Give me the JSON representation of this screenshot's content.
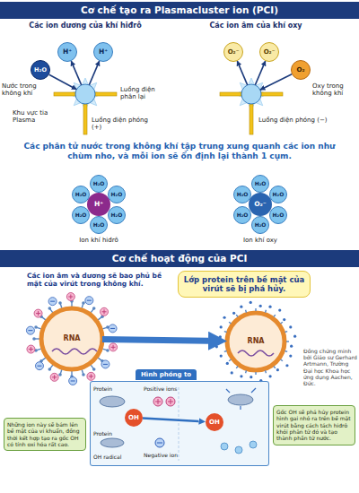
{
  "diagram": {
    "nodes": [
      {
        "text": [
          "Cơ chế tạo ra Plasmacluster ion (PCI)"
        ]
      },
      {
        "text": [
          "H⁺"
        ]
      },
      {
        "text": [
          "H⁺"
        ]
      },
      {
        "text": [
          "H₂O"
        ]
      },
      {
        "text": [
          "O₂⁻"
        ]
      },
      {
        "text": [
          "O₂⁻"
        ]
      },
      {
        "text": [
          "O₂"
        ]
      },
      {
        "text": [
          "H⁺"
        ]
      },
      {
        "text": [
          "H₂O"
        ]
      },
      {
        "text": [
          "H₂O"
        ]
      },
      {
        "text": [
          "H₂O"
        ]
      },
      {
        "text": [
          "H₂O"
        ]
      },
      {
        "text": [
          "H₂O"
        ]
      },
      {
        "text": [
          "H₂O"
        ]
      },
      {
        "text": [
          "O₂⁻"
        ]
      },
      {
        "text": [
          "H₂O"
        ]
      },
      {
        "text": [
          "H₂O"
        ]
      },
      {
        "text": [
          "H₂O"
        ]
      },
      {
        "text": [
          "H₂O"
        ]
      },
      {
        "text": [
          "H₂O"
        ]
      },
      {
        "text": [
          "H₂O"
        ]
      },
      {
        "text": [
          "Cơ chế hoạt động của PCI"
        ]
      },
      {
        "text": [
          "Lớp protein trên bề mặt của virút sẽ bị phá hủy."
        ]
      },
      {
        "text": [
          "RNA"
        ]
      },
      {
        "text": [
          "RNA"
        ]
      },
      {
        "text": [
          "Hình phóng to"
        ]
      },
      {
        "text": [
          "OH"
        ],
        "in": 25
      },
      {
        "text": [
          "OH"
        ],
        "in": 25
      },
      {
        "text": [
          "Những ion này sẽ bám lên bề mặt của vi khuẩn, đồng thời kết hợp tạo ra gốc OH có tính oxi hóa rất cao."
        ]
      },
      {
        "text": [
          "Gốc OH sẽ phá hủy protein hình gai nhỏ ra trên bề mặt virút bằng cách tách hiđrô khỏi phân tử đó và tạo thành phần tử nước."
        ]
      }
    ],
    "edges": [
      {
        "from": 23,
        "to": 24,
        "arrow": "to"
      },
      {
        "from": 26,
        "to": 27,
        "arrow": "to"
      }
    ],
    "labels": [
      "Các ion dương của khí hiđrô",
      "Nước trong không khí",
      "Luồng điện phân lại",
      "Khu vực tia Plasma",
      "Luồng điện phóng (+)",
      "Các ion âm của khí oxy",
      "Oxy trong không khí",
      "Luồng điện phóng (−)",
      "Các phân tử nước trong không khí tập trung xung quanh các ion như chùm nho, và mỗi ion sẽ ổn định lại thành 1 cụm.",
      "Ion khí hiđrô",
      "Ion khí oxy",
      "Các ion âm và dương sẽ bao phủ bề mặt của virút trong không khí.",
      "Protein",
      "Positive ions",
      "Protein",
      "OH radical",
      "Negative ion",
      "Đồng chứng minh bởi Giáo sư Gerhard Artmann, Trường Đại học Khoa học ứng dụng Aachen, Đức."
    ]
  }
}
